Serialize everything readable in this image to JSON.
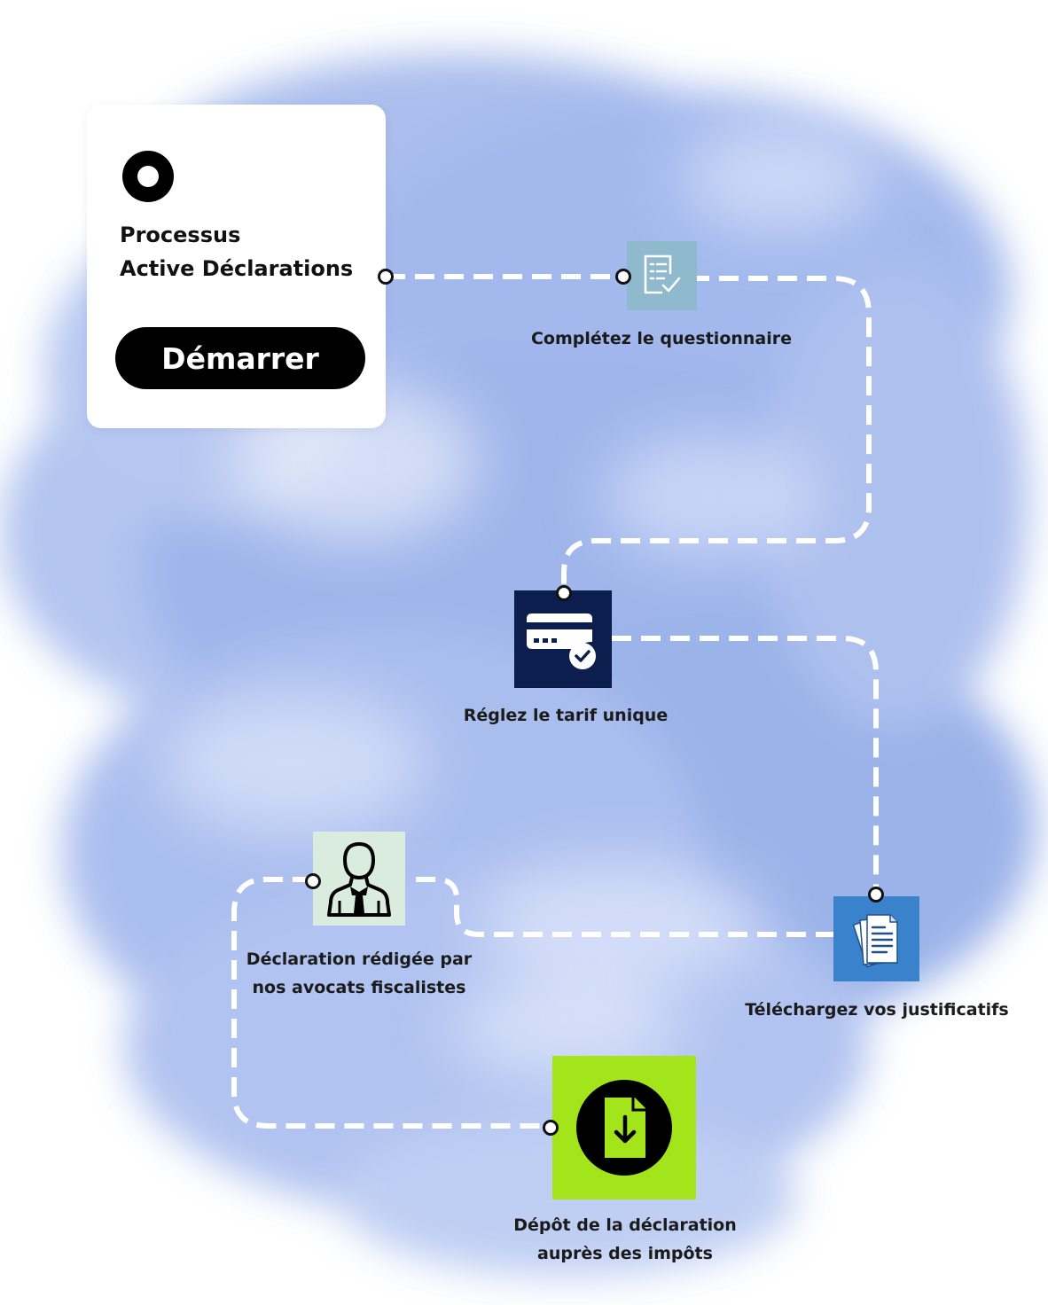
{
  "start": {
    "title_line1": "Processus",
    "title_line2": "Active Déclarations",
    "button_label": "Démarrer"
  },
  "steps": [
    {
      "label": "Complétez le questionnaire",
      "icon": "checklist-icon",
      "tile_color": "#8fb9cc"
    },
    {
      "label": "Réglez le tarif unique",
      "icon": "credit-card-check-icon",
      "tile_color": "#0c1e4e"
    },
    {
      "label": "Téléchargez vos justificatifs",
      "icon": "documents-icon",
      "tile_color": "#3a82cc"
    },
    {
      "label_line1": "Déclaration rédigée par",
      "label_line2": "nos avocats fiscalistes",
      "icon": "lawyer-icon",
      "tile_color": "#d9ecdd"
    },
    {
      "label_line1": "Dépôt de la déclaration",
      "label_line2": "auprès des impôts",
      "icon": "file-download-icon",
      "tile_color": "#a3e41a"
    }
  ],
  "colors": {
    "watercolor": "#8aa6e6",
    "path": "#ffffff",
    "node_border": "#111111"
  }
}
